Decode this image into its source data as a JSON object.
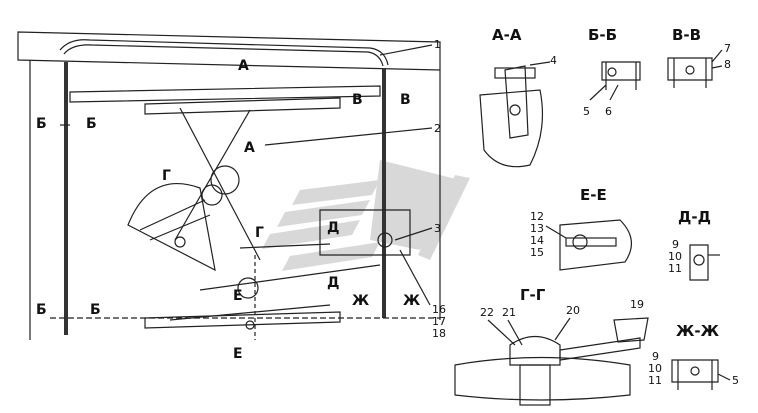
{
  "sections": {
    "a": "А-А",
    "b": "Б-Б",
    "v": "В-В",
    "e": "Е-Е",
    "d": "Д-Д",
    "g": "Г-Г",
    "zh": "Ж-Ж"
  },
  "markers": {
    "a": "А",
    "b": "Б",
    "v": "В",
    "g": "Г",
    "d": "Д",
    "e": "Е",
    "zh": "Ж"
  },
  "callouts": {
    "c1": "1",
    "c2": "2",
    "c3": "3",
    "c4": "4",
    "c5": "5",
    "c6": "6",
    "c7": "7",
    "c8": "8",
    "c9": "9",
    "c10": "10",
    "c11": "11",
    "c12": "12",
    "c13": "13",
    "c14": "14",
    "c15": "15",
    "c16": "16",
    "c17": "17",
    "c18": "18",
    "c19": "19",
    "c20": "20",
    "c21": "21",
    "c22": "22"
  },
  "watermark_color": "#c8c8c8"
}
